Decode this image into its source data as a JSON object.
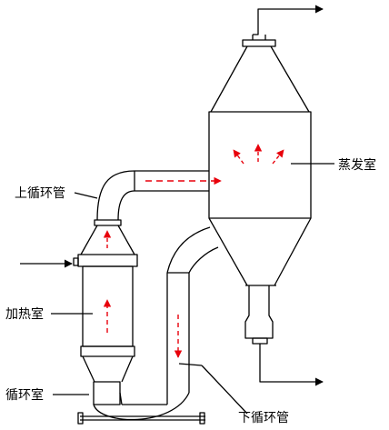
{
  "labels": {
    "evaporation_chamber": "蒸发室",
    "upper_circulation_pipe": "上循环管",
    "heating_chamber": "加热室",
    "circulation_chamber": "循环室",
    "lower_circulation_pipe": "下循环管"
  },
  "colors": {
    "line": "#000000",
    "flow_arrow": "#e8000b",
    "background": "#ffffff"
  }
}
